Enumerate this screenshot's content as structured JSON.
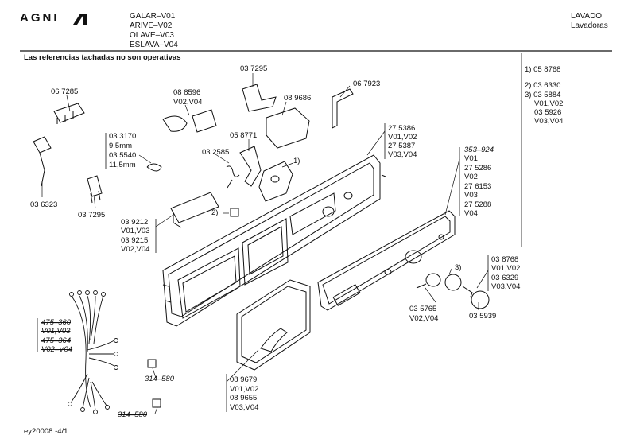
{
  "header": {
    "brand": "AGNI",
    "models": [
      "GALAR–V01",
      "ARIVE–V02",
      "OLAVE–V03",
      "ESLAVA–V04"
    ],
    "section": "LAVADO",
    "subsection": "Lavadoras",
    "note": "Las referencias tachadas no son operativas"
  },
  "right_list": {
    "lines": [
      "1) 05 8768",
      "2) 03 6330",
      "3) 03 5884",
      "V01,V02",
      "03 5926",
      "V03,V04"
    ]
  },
  "labels": {
    "p067285": "06 7285",
    "p036323": "03 6323",
    "p037295a": "03 7295",
    "p033170": [
      "03 3170",
      "9,5mm",
      "03 5540",
      "11,5mm"
    ],
    "p088596": [
      "08 8596",
      "V02,V04"
    ],
    "p037295b": "03 7295",
    "p089686": "08 9686",
    "p067923": "06 7923",
    "p058771": "05 8771",
    "p032585": "03 2585",
    "p275386": [
      "27 5386",
      "V01,V02",
      "27 5387",
      "V03,V04"
    ],
    "p039212": [
      "03 9212",
      "V01,V03",
      "03 9215",
      "V02,V04"
    ],
    "p353824": [
      "353–924",
      "V01",
      "27 5286",
      "V02",
      "27 6153",
      "V03",
      "27 5288",
      "V04"
    ],
    "p038768": [
      "03 8768",
      "V01,V02",
      "03 6329",
      "V03,V04"
    ],
    "p035765": [
      "03 5765",
      "V02,V04"
    ],
    "p035939": "03 5939",
    "p089679": [
      "08 9679",
      "V01,V02",
      "08 9655",
      "V03,V04"
    ],
    "harness": [
      "475–360",
      "V01,V03",
      "475–364",
      "V02–V04"
    ],
    "clip1": "314–580",
    "clip2": "314–580",
    "m1": "1)",
    "m2": "2)",
    "m3": "3)"
  },
  "footer": {
    "code": "ey20008 -4/1"
  }
}
